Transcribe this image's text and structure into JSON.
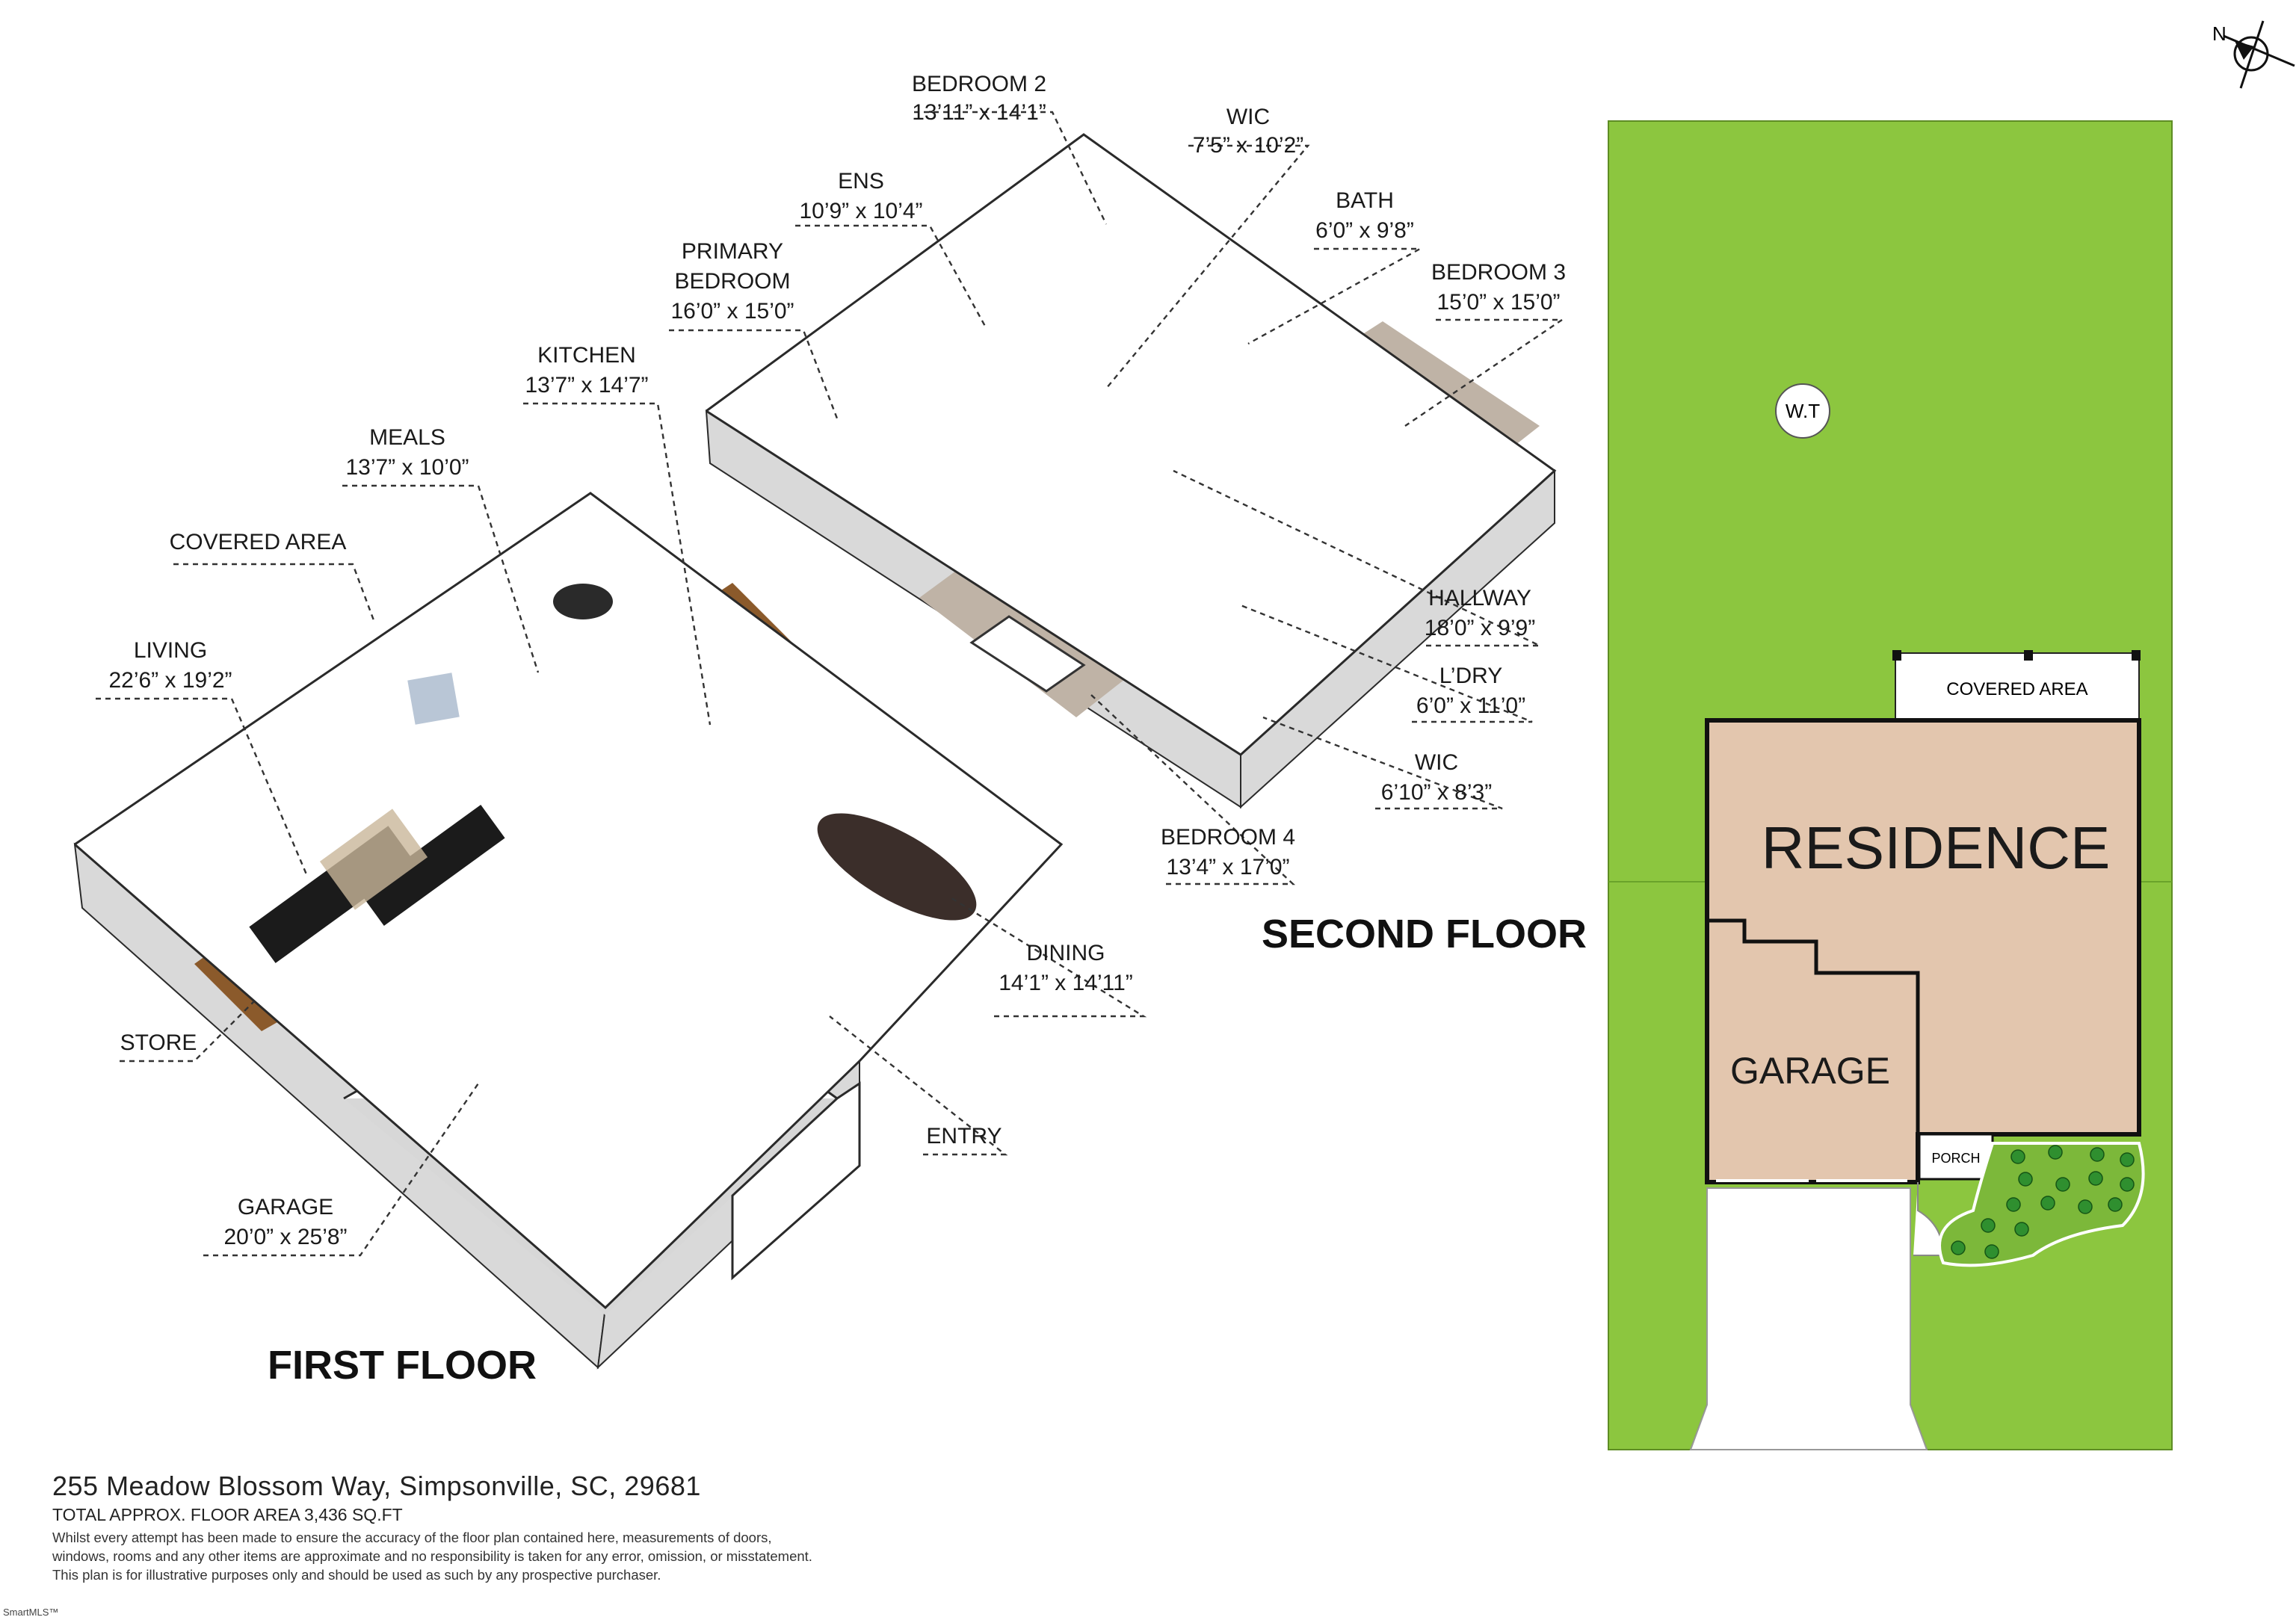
{
  "floors": {
    "first": "FIRST FLOOR",
    "second": "SECOND FLOOR"
  },
  "first_floor_rooms": [
    {
      "name": "COVERED AREA",
      "dims": ""
    },
    {
      "name": "MEALS",
      "dims": "13’7” x 10’0”"
    },
    {
      "name": "KITCHEN",
      "dims": "13’7” x 14’7”"
    },
    {
      "name": "LIVING",
      "dims": "22’6” x 19’2”"
    },
    {
      "name": "STORE",
      "dims": ""
    },
    {
      "name": "DINING",
      "dims": "14’1” x 14’11”"
    },
    {
      "name": "ENTRY",
      "dims": ""
    },
    {
      "name": "GARAGE",
      "dims": "20’0” x 25’8”"
    }
  ],
  "second_floor_rooms": [
    {
      "name": "BEDROOM 2",
      "dims": "13’11” x 14’1”"
    },
    {
      "name": "WIC",
      "dims": "7’5” x 10’2”"
    },
    {
      "name": "ENS",
      "dims": "10’9” x 10’4”"
    },
    {
      "name": "BATH",
      "dims": "6’0” x 9’8”"
    },
    {
      "name": "PRIMARY BEDROOM",
      "dims": "16’0” x 15’0”"
    },
    {
      "name": "BEDROOM 3",
      "dims": "15’0” x 15’0”"
    },
    {
      "name": "HALLWAY",
      "dims": "18’0” x 9’9”"
    },
    {
      "name": "L’DRY",
      "dims": "6’0” x 11’0”"
    },
    {
      "name": "WIC",
      "dims": "6’10” x 8’3”"
    },
    {
      "name": "BEDROOM 4",
      "dims": "13’4” x 17’0”"
    }
  ],
  "site_plan": {
    "residence": "RESIDENCE",
    "garage": "GARAGE",
    "covered_area": "COVERED AREA",
    "porch": "PORCH",
    "water_tank": "W.T",
    "north": "N"
  },
  "colors": {
    "lawn": "#8cc63f",
    "building": "#e3c6ae",
    "wood_floor": "#8b5a2b",
    "carpet": "#bfb3a6"
  },
  "footer": {
    "address": "255 Meadow Blossom Way, Simpsonville, SC, 29681",
    "total_area": "TOTAL APPROX. FLOOR AREA 3,436 SQ.FT",
    "disclaimer_1": "Whilst every attempt has been made to ensure the accuracy of the floor plan contained here, measurements of doors,",
    "disclaimer_2": "windows, rooms and any other items are approximate and no responsibility is taken for any error, omission, or misstatement.",
    "disclaimer_3": "This plan is for illustrative purposes only and should be used as such by any prospective purchaser."
  },
  "watermark": "SmartMLS™"
}
